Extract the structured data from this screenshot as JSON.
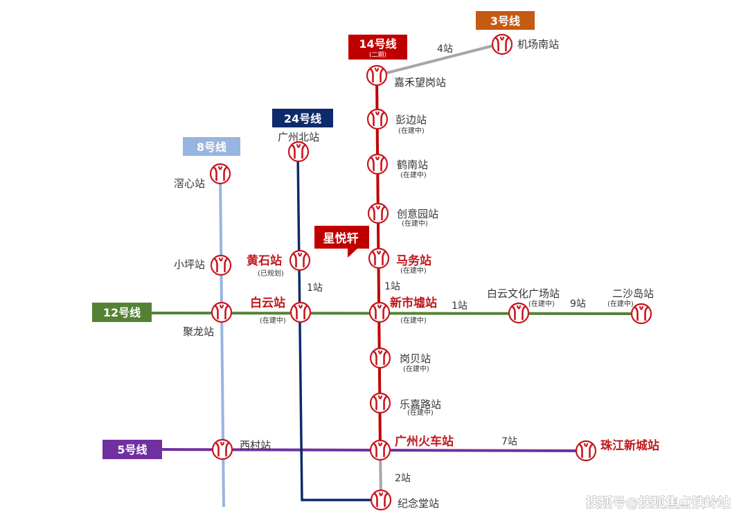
{
  "colors": {
    "metro_red": "#c8161d",
    "line8": "#98b4e0",
    "line24": "#0e2a6b",
    "line14": "#c00000",
    "line12": "#548235",
    "line5": "#7030a0",
    "line3": "#c55a11",
    "connector_gray": "#a6a6a6",
    "highlight_text": "#c0181c"
  },
  "icon": "guangzhou-metro-logo",
  "lines": {
    "line3": {
      "name": "3号线"
    },
    "line14": {
      "name": "14号线",
      "sub": "(二期)"
    },
    "line24": {
      "name": "24号线"
    },
    "line8": {
      "name": "8号线"
    },
    "line12": {
      "name": "12号线"
    },
    "line5": {
      "name": "5号线"
    }
  },
  "stations": {
    "jichangnan": {
      "name": "机场南站"
    },
    "jiahewanggang": {
      "name": "嘉禾望岗站"
    },
    "pengbian": {
      "name": "彭边站",
      "note": "(在建中)"
    },
    "henan": {
      "name": "鹤南站",
      "note": "(在建中)"
    },
    "chuangyiyuan": {
      "name": "创意园站",
      "note": "(在建中)"
    },
    "mawu": {
      "name": "马务站",
      "note": "(在建中)"
    },
    "xinshixu": {
      "name": "新市墟站",
      "note": "(在建中)"
    },
    "gangbei": {
      "name": "岗贝站",
      "note": "(在建中)"
    },
    "lejialu": {
      "name": "乐嘉路站",
      "note": "(在建中)"
    },
    "guangzhouhuochezhan": {
      "name": "广州火车站"
    },
    "jiniantang": {
      "name": "纪念堂站"
    },
    "guangzhoubei": {
      "name": "广州北站"
    },
    "huangshi": {
      "name": "黄石站",
      "note": "(已规划)"
    },
    "baiyun": {
      "name": "白云站",
      "note": "(在建中)"
    },
    "luoxin": {
      "name": "滘心站"
    },
    "xiaoping": {
      "name": "小坪站"
    },
    "julong": {
      "name": "聚龙站"
    },
    "xicun": {
      "name": "西村站"
    },
    "baiyunwenhua": {
      "name": "白云文化广场站",
      "note": "(在建中)"
    },
    "ershadao": {
      "name": "二沙岛站",
      "note": "(在建中)"
    },
    "zhujiangxincheng": {
      "name": "珠江新城站"
    }
  },
  "counts": {
    "c_4": "4站",
    "c_1_l24": "1站",
    "c_1_l14": "1站",
    "c_1_l12": "1站",
    "c_9": "9站",
    "c_7": "7站",
    "c_2": "2站"
  },
  "callout": {
    "label": "星悦轩"
  },
  "watermark": "搜狐号@搜狐焦点铁岭站"
}
